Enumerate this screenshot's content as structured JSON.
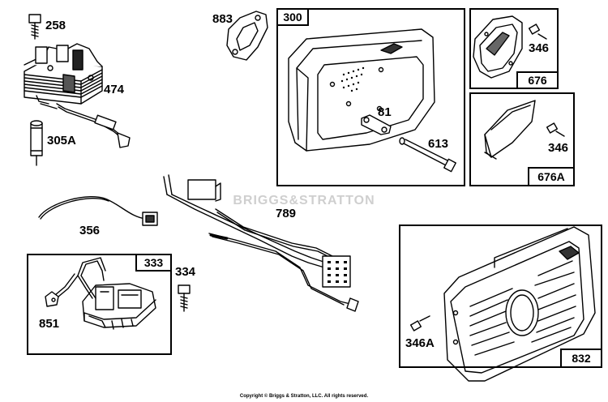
{
  "parts": {
    "p258": "258",
    "p474": "474",
    "p305a": "305A",
    "p883": "883",
    "p300": "300",
    "p81": "81",
    "p613": "613",
    "p346_top": "346",
    "p676": "676",
    "p346_mid": "346",
    "p676a": "676A",
    "p356": "356",
    "p789": "789",
    "p333": "333",
    "p334": "334",
    "p851": "851",
    "p346a": "346A",
    "p832": "832"
  },
  "watermark": "BRIGGS&STRATTON",
  "copyright": "Copyright © Briggs & Stratton, LLC. All rights reserved."
}
